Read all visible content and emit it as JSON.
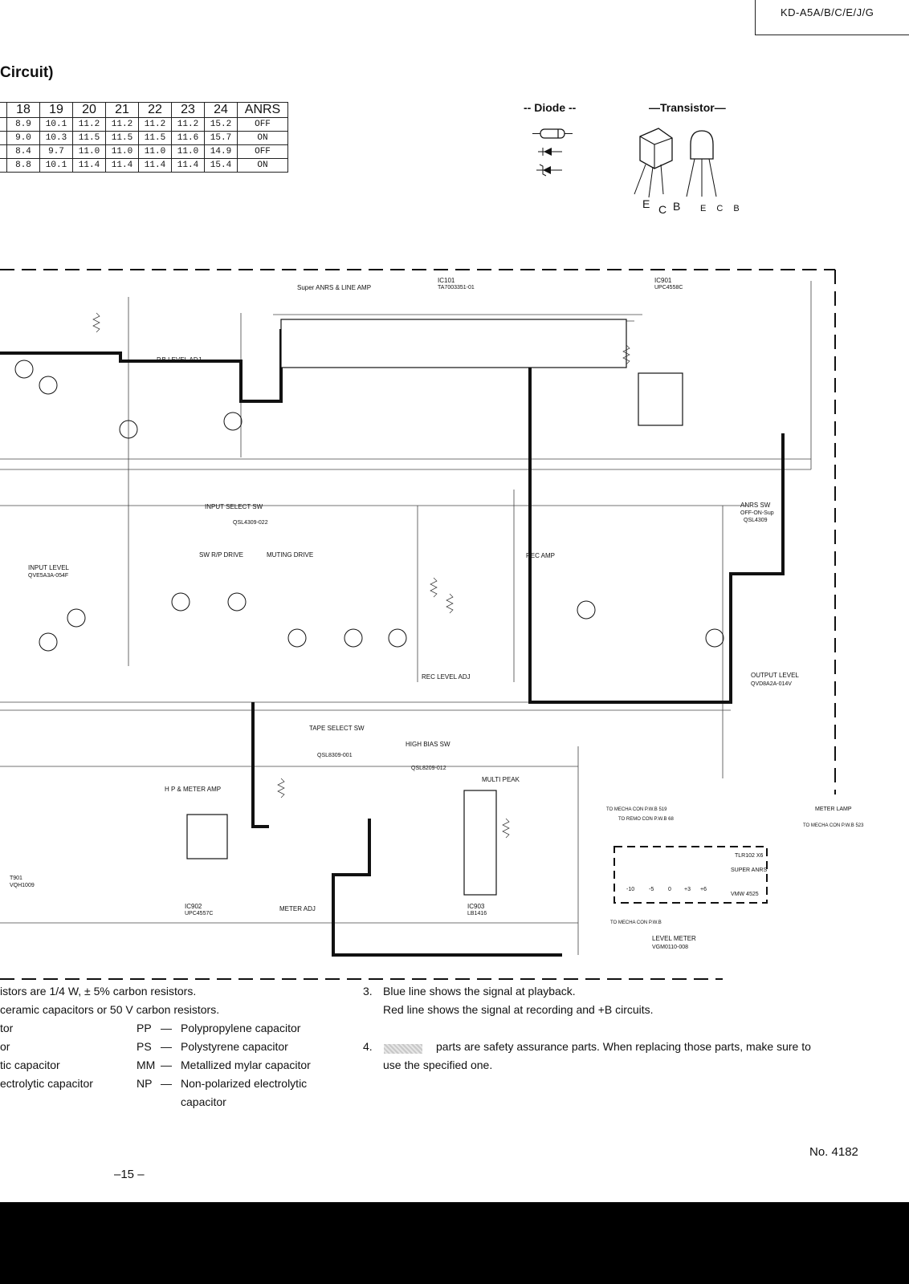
{
  "header": {
    "model": "KD-A5A/B/C/E/J/G"
  },
  "section_title": "Circuit)",
  "voltage_table": {
    "columns": [
      "18",
      "19",
      "20",
      "21",
      "22",
      "23",
      "24",
      "ANRS"
    ],
    "rows": [
      [
        "8.9",
        "10.1",
        "11.2",
        "11.2",
        "11.2",
        "11.2",
        "15.2",
        "OFF"
      ],
      [
        "9.0",
        "10.3",
        "11.5",
        "11.5",
        "11.5",
        "11.6",
        "15.7",
        "ON"
      ],
      [
        "8.4",
        "9.7",
        "11.0",
        "11.0",
        "11.0",
        "11.0",
        "14.9",
        "OFF"
      ],
      [
        "8.8",
        "10.1",
        "11.4",
        "11.4",
        "11.4",
        "11.4",
        "15.4",
        "ON"
      ]
    ]
  },
  "component_legend": {
    "diode_label": "-- Diode --",
    "transistor_label": "—Transistor—",
    "pin_labels_large": [
      "E",
      "C",
      "B"
    ],
    "pin_labels_small": "E C B"
  },
  "schematic_labels": {
    "ic101_name": "IC101",
    "ic101_part": "TA7003351-01",
    "ic901_name": "IC901",
    "ic901_part": "UPC4558C",
    "ic902_name": "IC902",
    "ic902_part": "UPC4557C",
    "ic903_name": "IC903",
    "ic903_part": "LB1416",
    "super_anrs": "Super ANRS & LINE AMP",
    "pb_level_adj": "P.B LEVEL ADJ",
    "input_select": "INPUT SELECT SW",
    "input_select_part": "QSL4309-022",
    "sw_rp_drive": "SW R/P DRIVE",
    "muting_drive": "MUTING DRIVE",
    "input_level": "INPUT LEVEL",
    "input_level_part": "QVE5A3A-054F",
    "rec_amp": "REC AMP",
    "rec_level_adj": "REC LEVEL ADJ",
    "anrs_sw": "ANRS SW",
    "anrs_sw_detail": "OFF-ON-Sup",
    "anrs_sw_part": "QSL4309",
    "output_level": "OUTPUT LEVEL",
    "output_level_part": "QVD8A2A-014V",
    "tape_select": "TAPE SELECT SW",
    "tape_select_part": "QSL8309-001",
    "high_bias": "HIGH BIAS SW",
    "high_bias_part": "QSL8209-012",
    "hp_meter_amp": "H P & METER AMP",
    "multi_peak": "MULTI PEAK",
    "meter_adj": "METER ADJ",
    "level_meter": "LEVEL METER",
    "level_meter_part": "VGM0110-008",
    "tlr": "TLR102 X6",
    "super_anrs_led": "SUPER ANRS",
    "vmw": "VMW 4525",
    "meter_lamp": "METER LAMP",
    "to_mecha_519": "TO MECHA CON P.W.B 519",
    "to_remo_68": "TO REMO CON P.W.B 68",
    "to_mecha": "TO MECHA CON P.W.B",
    "to_mecha_523": "TO MECHA CON P.W.B 523",
    "t901": "T901",
    "t901_part": "VQH1009",
    "led_scale": [
      "-10",
      "-5",
      "0",
      "+3",
      "+6"
    ]
  },
  "notes_left": [
    "istors are 1/4 W, ± 5% carbon resistors.",
    "ceramic capacitors or 50 V carbon resistors.",
    "tor",
    "or",
    "tic capacitor",
    "ectrolytic capacitor"
  ],
  "abbreviations": [
    {
      "code": "PP",
      "desc": "Polypropylene capacitor"
    },
    {
      "code": "PS",
      "desc": "Polystyrene capacitor"
    },
    {
      "code": "MM",
      "desc": "Metallized mylar capacitor"
    },
    {
      "code": "NP",
      "desc": "Non-polarized electrolytic"
    },
    {
      "code": "",
      "desc": "capacitor"
    }
  ],
  "notes_right": {
    "n3_num": "3.",
    "n3_line1": "Blue line shows the signal at playback.",
    "n3_line2": "Red line  shows the signal at recording and +B circuits.",
    "n4_num": "4.",
    "n4_line1": "parts are safety assurance parts. When replacing those parts, make sure to",
    "n4_line2": "use the specified one."
  },
  "doc_number": "No. 4182",
  "page_number": "–15 –"
}
